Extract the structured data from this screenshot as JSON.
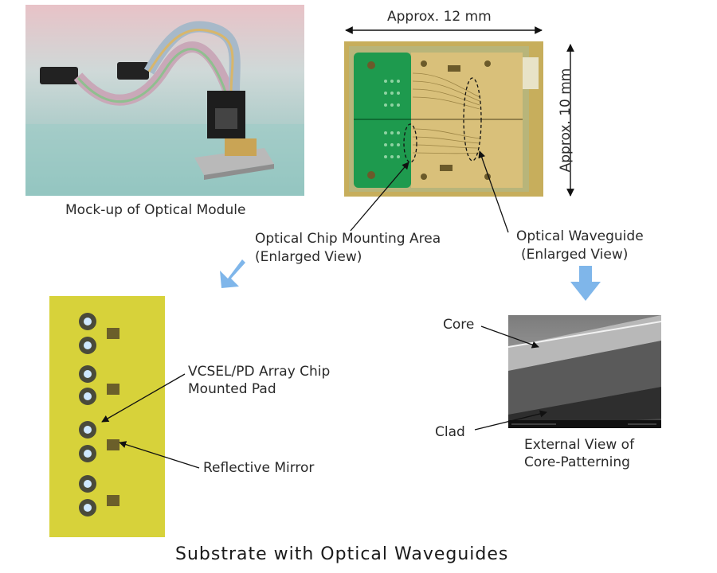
{
  "labels": {
    "width": "Approx. 12 mm",
    "height": "Approx. 10 mm",
    "mockup": "Mock-up of Optical Module",
    "chip_area_1": "Optical Chip Mounting Area",
    "chip_area_2": "(Enlarged View)",
    "waveguide_1": "Optical Waveguide",
    "waveguide_2": "(Enlarged View)",
    "core": "Core",
    "clad": "Clad",
    "vcsel_1": "VCSEL/PD Array Chip",
    "vcsel_2": "Mounted Pad",
    "mirror": "Reflective Mirror",
    "external_1": "External View of",
    "external_2": "Core-Patterning",
    "main_title": "Substrate with Optical Waveguides"
  },
  "colors": {
    "arrow_blue": "#7fb6ea",
    "substrate_green": "#1e9a4e",
    "substrate_gold": "#d9c07a",
    "pad_yellow": "#d7d23a"
  }
}
